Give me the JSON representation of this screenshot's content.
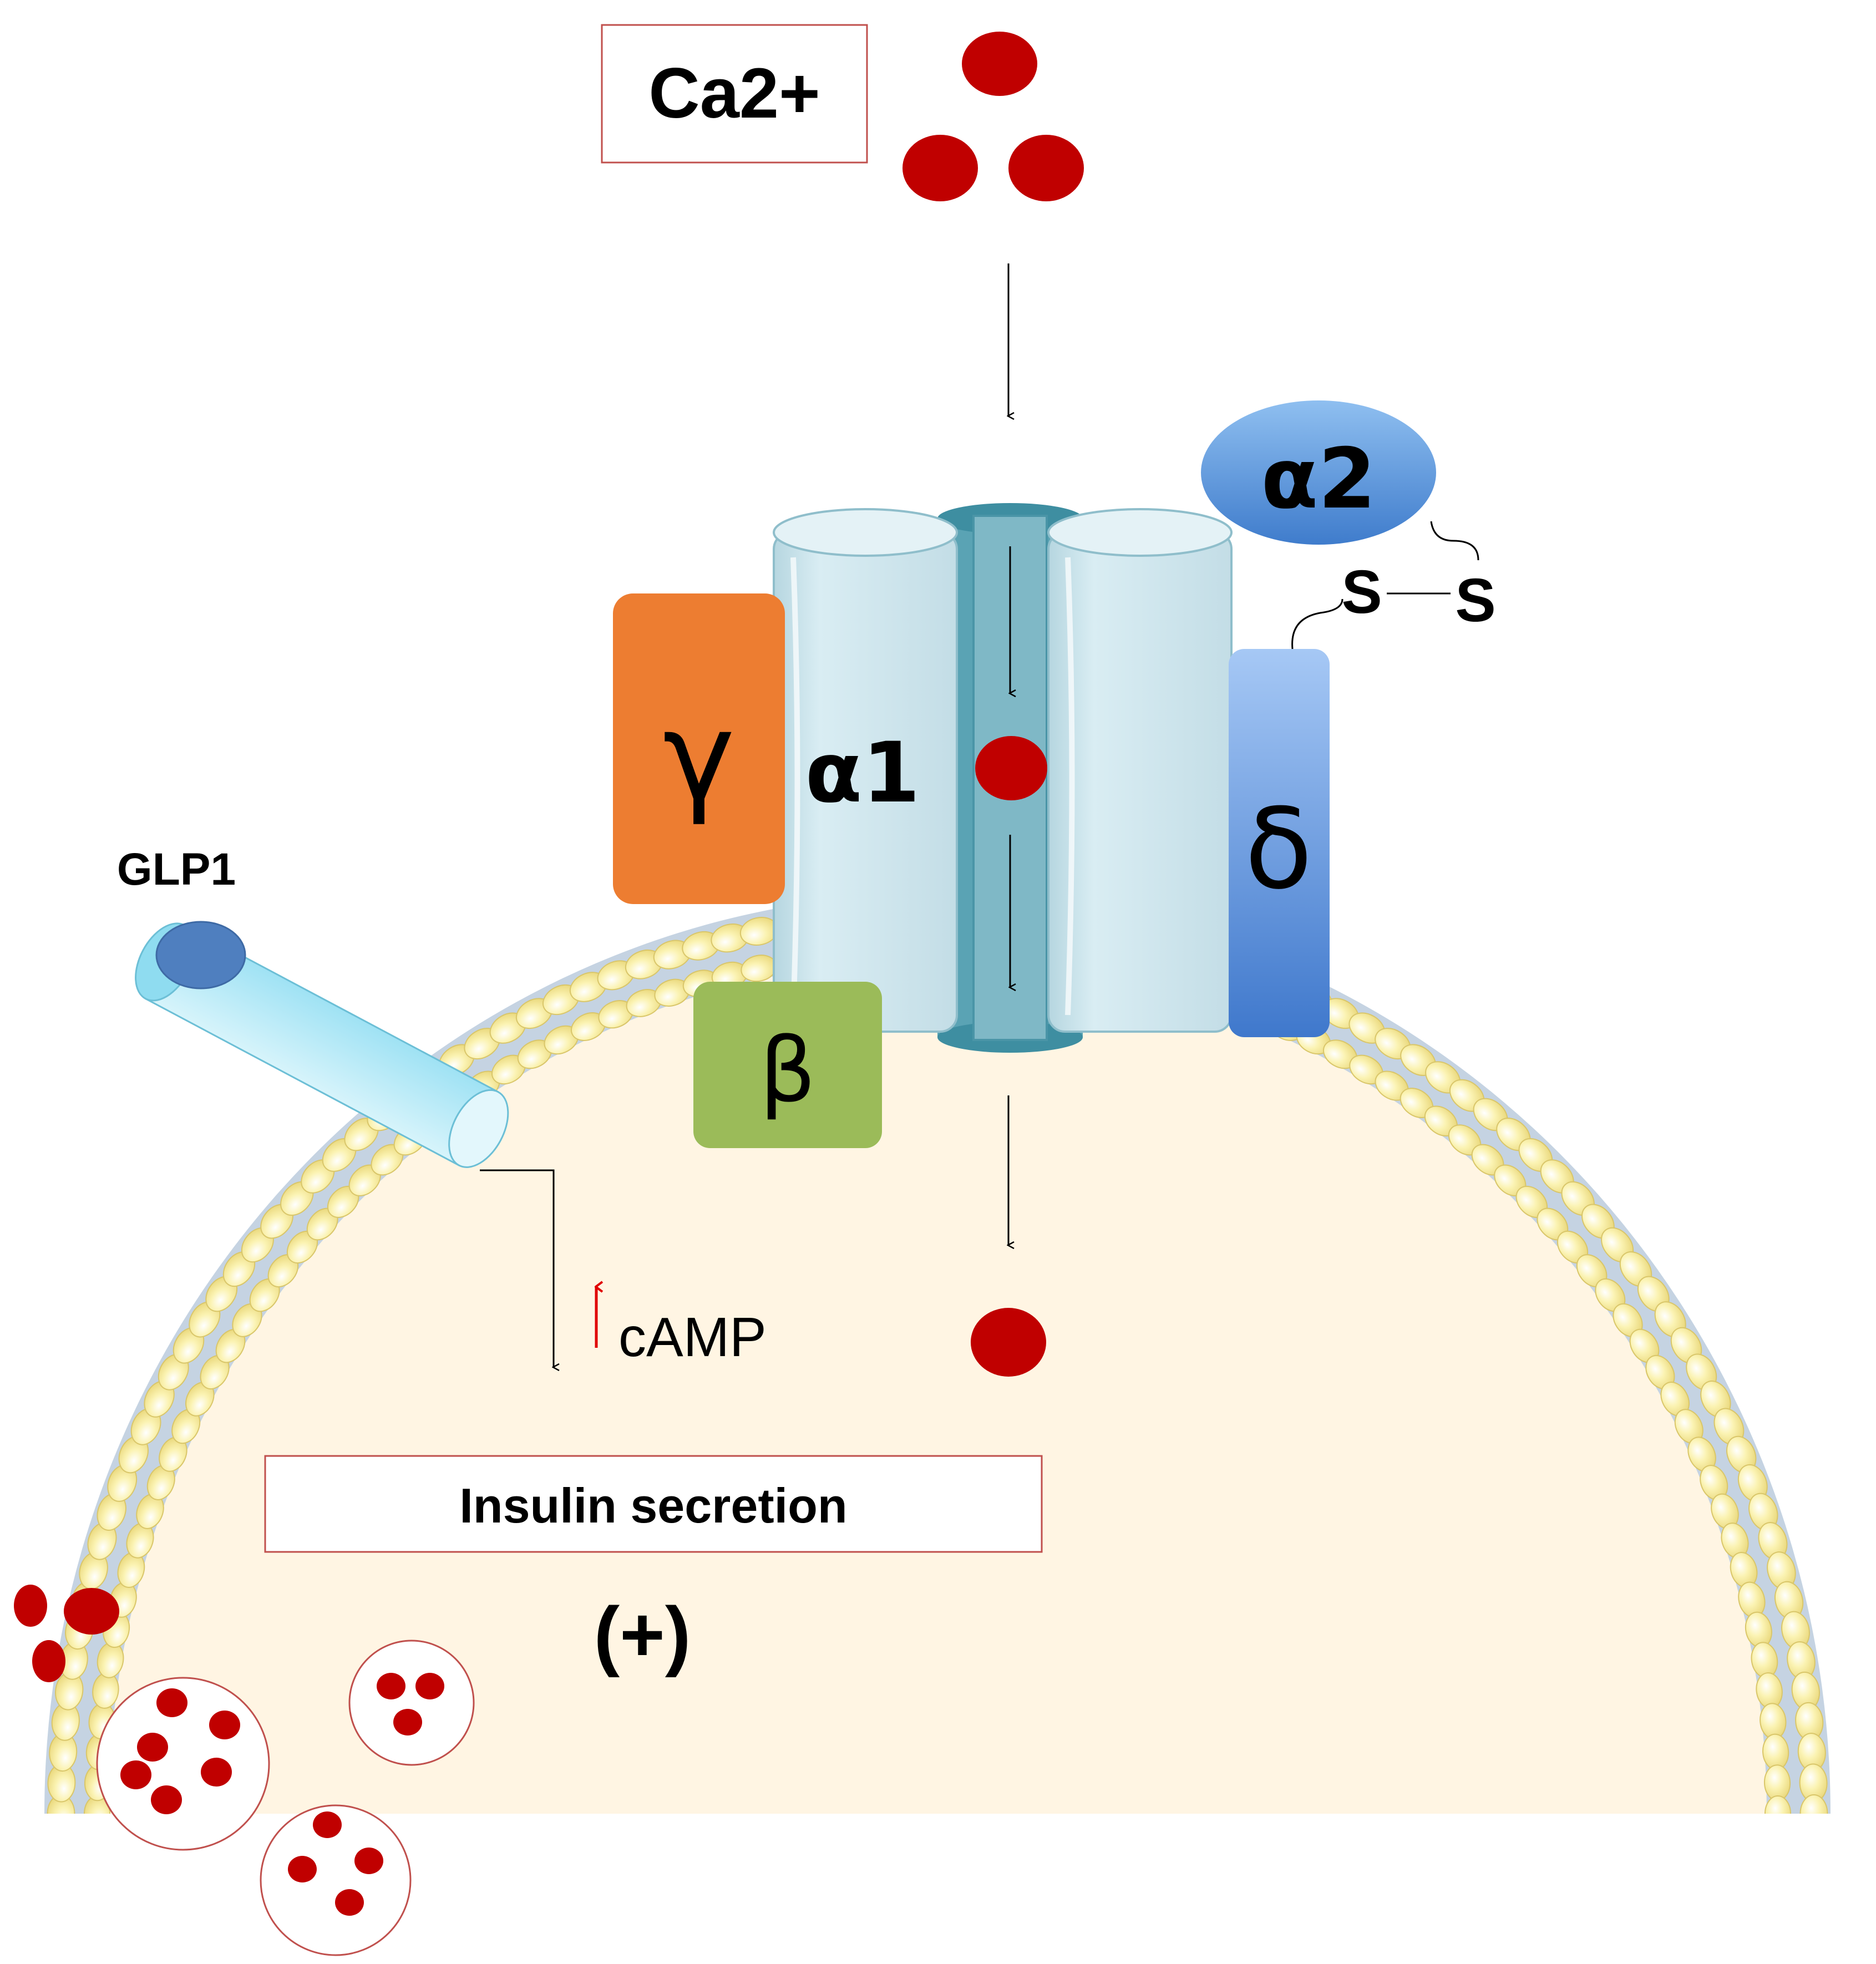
{
  "labels": {
    "calcium_ion": "Ca2+",
    "alpha2": "α2",
    "alpha1": "α1",
    "gamma": "γ",
    "beta": "β",
    "delta": "δ",
    "disulfide_s_left": "S",
    "disulfide_s_right": "S",
    "glp1": "GLP1",
    "camp": "cAMP",
    "insulin_secretion": "Insulin secretion",
    "stimulation": "(+)"
  },
  "colors": {
    "calcium": "#c00000",
    "gamma": "#ed7d31",
    "beta": "#9bbb59",
    "delta": "#5b8fd6",
    "alpha2": "#4a86d6",
    "alpha1": "#cfe5ec",
    "pore": "#5aa3b4",
    "glp1_receptor": "#b9ecf7",
    "glp1_ligand": "#4f7fbf",
    "cytoplasm": "#fff5e3",
    "lipid_head": "#f9eea0",
    "membrane_core": "#c5d3e2",
    "label_box_border": "#c0504d",
    "camp_arrow": "#e00000"
  }
}
